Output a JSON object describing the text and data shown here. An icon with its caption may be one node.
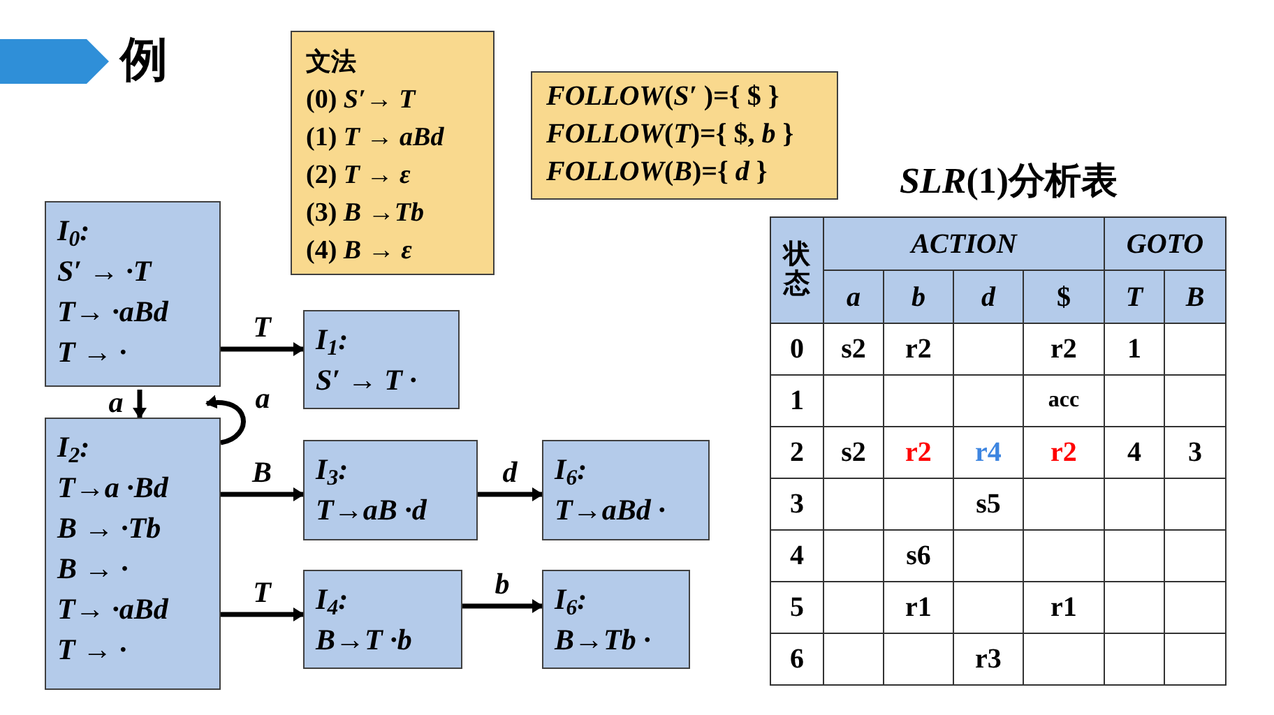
{
  "diagram": {
    "title": "例",
    "nodes": [
      {
        "text": [
          "文法",
          "(0) *S′*→ *T*",
          "(1) *T* → *aBd*",
          "(2) *T* →  *ε*",
          "(3) *B* →*Tb*",
          "(4) *B* →  *ε*"
        ]
      },
      {
        "text": [
          "*FOLLOW*(*S′* )={ $ }",
          "*FOLLOW*(*T*)={ $, *b* }",
          "*FOLLOW*(*B*)={ *d* }"
        ]
      },
      {
        "text": [
          "I$_{0}$:",
          "S′ → ·T",
          "T→ ·aBd",
          "T → ·"
        ]
      },
      {
        "text": [
          "I$_{1}$:",
          "S′ → T ·"
        ]
      },
      {
        "text": [
          "I$_{2}$:",
          "T→a ·Bd",
          "B → ·Tb",
          "B → ·",
          "T→ ·aBd",
          "T → ·"
        ]
      },
      {
        "text": [
          "I$_{3}$:",
          "T→aB ·d"
        ]
      },
      {
        "text": [
          "I$_{6}$:",
          "T→aBd ·"
        ]
      },
      {
        "text": [
          "I$_{4}$:",
          "B→T ·b"
        ]
      },
      {
        "text": [
          "I$_{6}$:",
          "B→Tb ·"
        ]
      }
    ],
    "edges": [
      {
        "from": 2,
        "to": 3,
        "arrow": "to",
        "label": "T"
      },
      {
        "from": 2,
        "to": 4,
        "arrow": "to",
        "label": "a"
      },
      {
        "from": 4,
        "to": 4,
        "arrow": "to",
        "label": "a"
      },
      {
        "from": 4,
        "to": 5,
        "arrow": "to",
        "label": "B"
      },
      {
        "from": 4,
        "to": 7,
        "arrow": "to",
        "label": "T"
      },
      {
        "from": 5,
        "to": 6,
        "arrow": "to",
        "label": "d"
      },
      {
        "from": 7,
        "to": 8,
        "arrow": "to",
        "label": "b"
      }
    ],
    "labels": [
      "*SLR*(1)分析表",
      "状态",
      "ACTION",
      "GOTO",
      "a",
      "b",
      "d",
      "$",
      "T",
      "B",
      "0",
      "s2",
      "r2",
      "r2",
      "1",
      "1",
      "acc",
      "2",
      "s2",
      "r2",
      "r4",
      "r2",
      "4",
      "3",
      "3",
      "s5",
      "4",
      "s6",
      "5",
      "r1",
      "r1",
      "6",
      "r3"
    ]
  }
}
